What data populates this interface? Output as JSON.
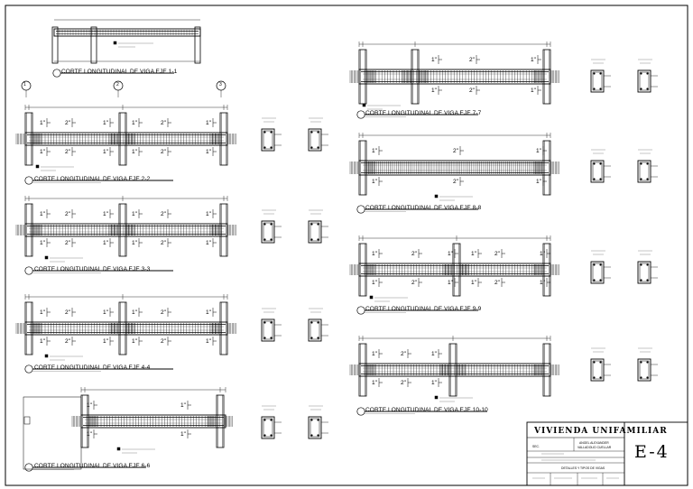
{
  "sheet": {
    "project_title": "VIVIENDA UNIFAMILIAR",
    "owner_caption": "SEC.",
    "owner_names": [
      "ANGEL ALEXANDER",
      "VALLADOLID CUELLAR"
    ],
    "plan_title": "DETALLES Y TIPOS DE VIGAS",
    "sheet_number": "E-4"
  },
  "axis_markers": [
    "1",
    "2",
    "3"
  ],
  "rebar_marks": [
    "1\"",
    "2\""
  ],
  "beam_titles": [
    "CORTE LONGITUDINAL DE VIGA EJE 1-1",
    "CORTE LONGITUDINAL DE VIGA EJE 2-2",
    "CORTE LONGITUDINAL DE VIGA EJE 3-3",
    "CORTE LONGITUDINAL DE VIGA EJE 4-4",
    "CORTE LONGITUDINAL DE VIGA EJE 6-6",
    "CORTE LONGITUDINAL DE VIGA EJE 7-7",
    "CORTE LONGITUDINAL DE VIGA EJE 8-8",
    "CORTE LONGITUDINAL DE VIGA EJE 9-9",
    "CORTE LONGITUDINAL DE VIGA EJE 10-10"
  ],
  "colors": {
    "ink": "#000000",
    "paper": "#ffffff",
    "grey": "#6d6d6d"
  }
}
